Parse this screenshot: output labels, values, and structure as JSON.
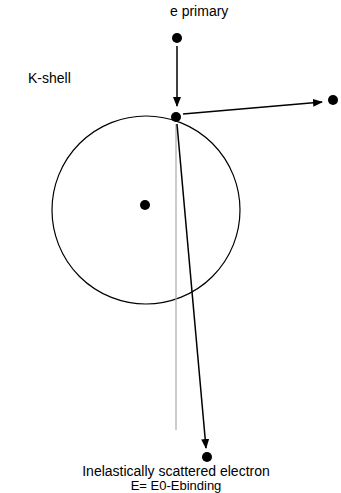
{
  "diagram": {
    "labels": [
      "e primary",
      "K-shell",
      "Inelastically scattered electron",
      "E= E0-Ebinding"
    ]
  }
}
